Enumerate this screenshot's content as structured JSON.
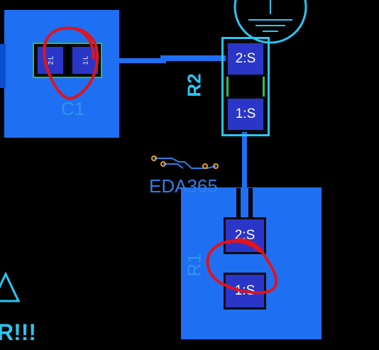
{
  "colors": {
    "background": "#000000",
    "copper": "#1f6ff2",
    "pad": "#2a36c8",
    "silkscreen": "#2cc6f2",
    "annotation": "#e0141c",
    "courtyard": "#2fbf4a"
  },
  "components": {
    "c1": {
      "designator": "C1",
      "pads": [
        "2:L",
        "1:L"
      ]
    },
    "r2": {
      "designator": "R2",
      "pads": [
        "2:S",
        "1:S"
      ]
    },
    "r1": {
      "designator": "R1",
      "pads": [
        "2:S",
        "1:S"
      ]
    }
  },
  "logo": {
    "text": "EDA365"
  },
  "partial_label": {
    "text": "R!!!"
  },
  "symbols": {
    "ground": "ground-symbol-icon",
    "warning": "triangle-symbol-icon"
  }
}
